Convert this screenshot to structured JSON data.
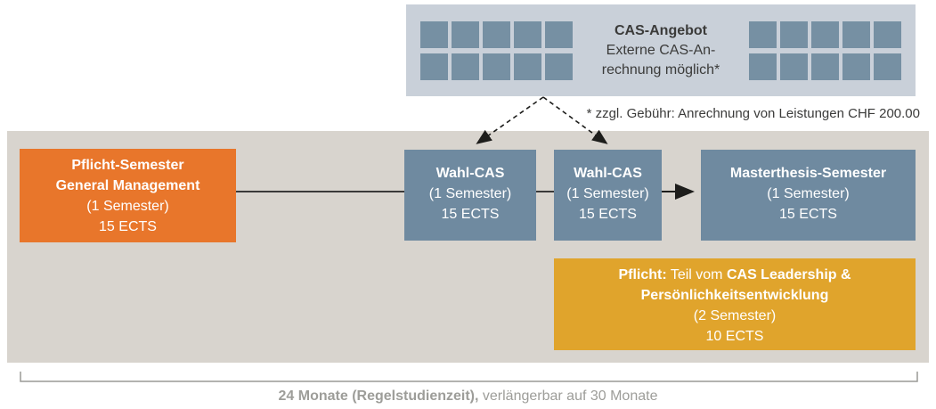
{
  "colors": {
    "cas_box_bg": "#c9d0d9",
    "cas_square": "#7690a3",
    "band_bg": "#d8d4ce",
    "orange": "#e8762b",
    "blue": "#6f8aa0",
    "yellow": "#e0a42c",
    "dark_text": "#3b3b3a",
    "gray_text": "#9d9d99",
    "arrow": "#1d1d1b"
  },
  "cas_offer": {
    "title": "CAS-Angebot",
    "subtitle_line1": "Externe CAS-An-",
    "subtitle_line2": "rechnung möglich*",
    "grid": {
      "rows": 2,
      "cols": 5
    }
  },
  "footnote": "* zzgl. Gebühr: Anrechnung von Leistungen CHF 200.00",
  "boxes": {
    "pflicht_semester": {
      "title_line1": "Pflicht-Semester",
      "title_line2": "General Management",
      "duration": "(1 Semester)",
      "ects": "15 ECTS"
    },
    "wahl_cas_1": {
      "title": "Wahl-CAS",
      "duration": "(1 Semester)",
      "ects": "15 ECTS"
    },
    "wahl_cas_2": {
      "title": "Wahl-CAS",
      "duration": "(1 Semester)",
      "ects": "15 ECTS"
    },
    "masterthesis": {
      "title": "Masterthesis-Semester",
      "duration": "(1 Semester)",
      "ects": "15 ECTS"
    },
    "leadership": {
      "prefix_bold": "Pflicht:",
      "prefix_regular": " Teil vom ",
      "title_bold_1": "CAS Leadership &",
      "title_bold_2": "Persönlichkeitsentwicklung",
      "duration": "(2 Semester)",
      "ects": "10 ECTS"
    }
  },
  "timeline": {
    "label_bold": "24 Monate (Regelstudienzeit),",
    "label_regular": " verlängerbar auf 30 Monate"
  }
}
